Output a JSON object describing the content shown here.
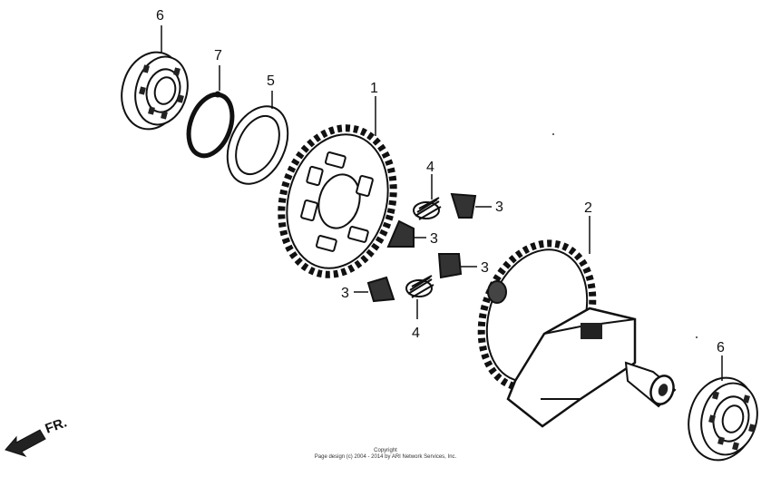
{
  "callouts": {
    "c1": "1",
    "c2": "2",
    "c3a": "3",
    "c3b": "3",
    "c3c": "3",
    "c3d": "3",
    "c4a": "4",
    "c4b": "4",
    "c5": "5",
    "c6a": "6",
    "c6b": "6",
    "c7": "7"
  },
  "direction_label": "FR.",
  "copyright": {
    "line1": "Copyright",
    "line2": "Page design (c) 2004 - 2014 by ARI Network Services, Inc."
  }
}
